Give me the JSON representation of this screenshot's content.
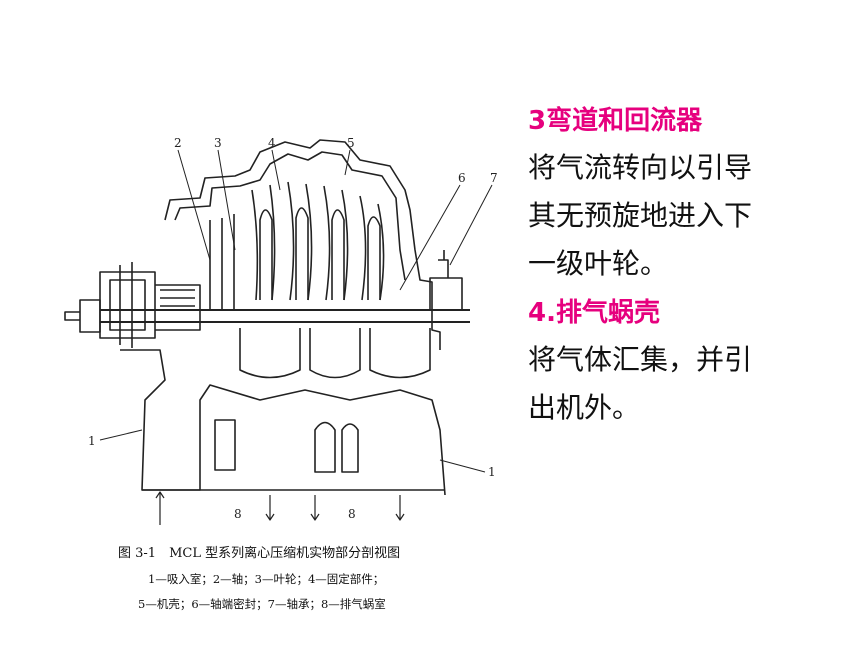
{
  "figure": {
    "labels": {
      "n1_left": "1",
      "n1_right": "1",
      "n2": "2",
      "n3": "3",
      "n4": "4",
      "n5": "5",
      "n6": "6",
      "n7": "7",
      "n8_left": "8",
      "n8_right": "8"
    },
    "caption_title": "图 3-1　MCL 型系列离心压缩机实物部分剖视图",
    "caption_line1": "1—吸入室；2—轴；3—叶轮；4—固定部件；",
    "caption_line2": "5—机壳；6—轴端密封；7—轴承；8—排气蜗室"
  },
  "text": {
    "heading1": "3弯道和回流器",
    "body1_line1": "将气流转向以引导",
    "body1_line2": "其无预旋地进入下",
    "body1_line3": "一级叶轮。",
    "heading2": "4.排气蜗壳",
    "body2_line1": "将气体汇集，并引",
    "body2_line2": "出机外。"
  }
}
